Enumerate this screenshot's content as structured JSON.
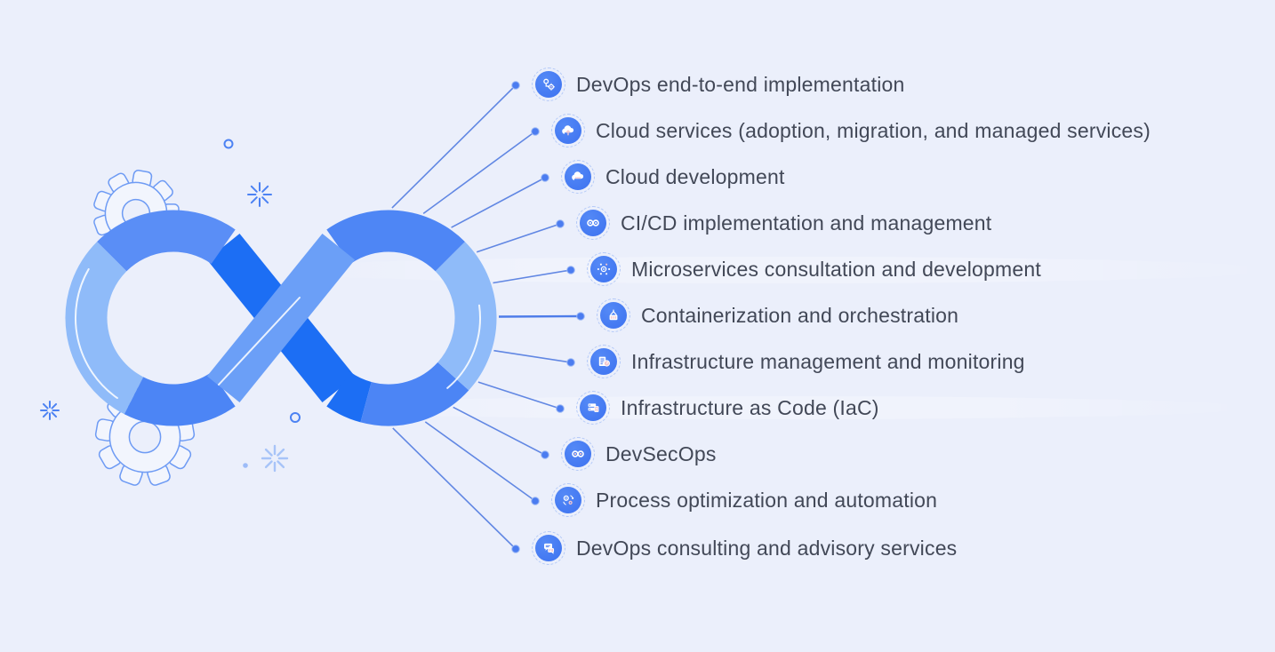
{
  "title": "DevOps services infographic",
  "colors": {
    "background": "#ebeffb",
    "accent_blue": "#4377f1",
    "line_blue": "#6187e3",
    "loop_light": "#8fbbf9",
    "loop_medium_top_left": "#5a8ef6",
    "loop_medium_top_right": "#4e86f5",
    "loop_medium_bottom": "#4c85f5",
    "loop_dark": "#1c6ef4",
    "loop_cross": "#6b9ff7",
    "icon_accent_pink": "#f2c7ce",
    "text": "#424857"
  },
  "graphic": {
    "name": "devops-infinity-loop",
    "decorations": [
      "gear-outline-icon",
      "gear-outline-icon",
      "sparkle-icon",
      "sparkle-icon",
      "sparkle-icon",
      "circle-outline-icon",
      "circle-outline-icon",
      "dot-icon"
    ]
  },
  "services": [
    {
      "label": "DevOps end-to-end implementation",
      "icon": "workflow-gear-icon"
    },
    {
      "label": "Cloud services (adoption, migration, and managed services)",
      "icon": "cloud-upload-icon"
    },
    {
      "label": "Cloud development",
      "icon": "cloud-code-icon"
    },
    {
      "label": "CI/CD implementation and management",
      "icon": "infinity-icon"
    },
    {
      "label": "Microservices consultation and development",
      "icon": "microservices-icon"
    },
    {
      "label": "Containerization and orchestration",
      "icon": "container-crane-icon"
    },
    {
      "label": "Infrastructure management and monitoring",
      "icon": "monitoring-document-icon"
    },
    {
      "label": "Infrastructure as Code (IaC)",
      "icon": "servers-code-icon"
    },
    {
      "label": "DevSecOps",
      "icon": "devsecops-infinity-icon"
    },
    {
      "label": "Process optimization and automation",
      "icon": "process-gears-icon"
    },
    {
      "label": "DevOps consulting and advisory services",
      "icon": "chat-bubbles-icon"
    }
  ]
}
